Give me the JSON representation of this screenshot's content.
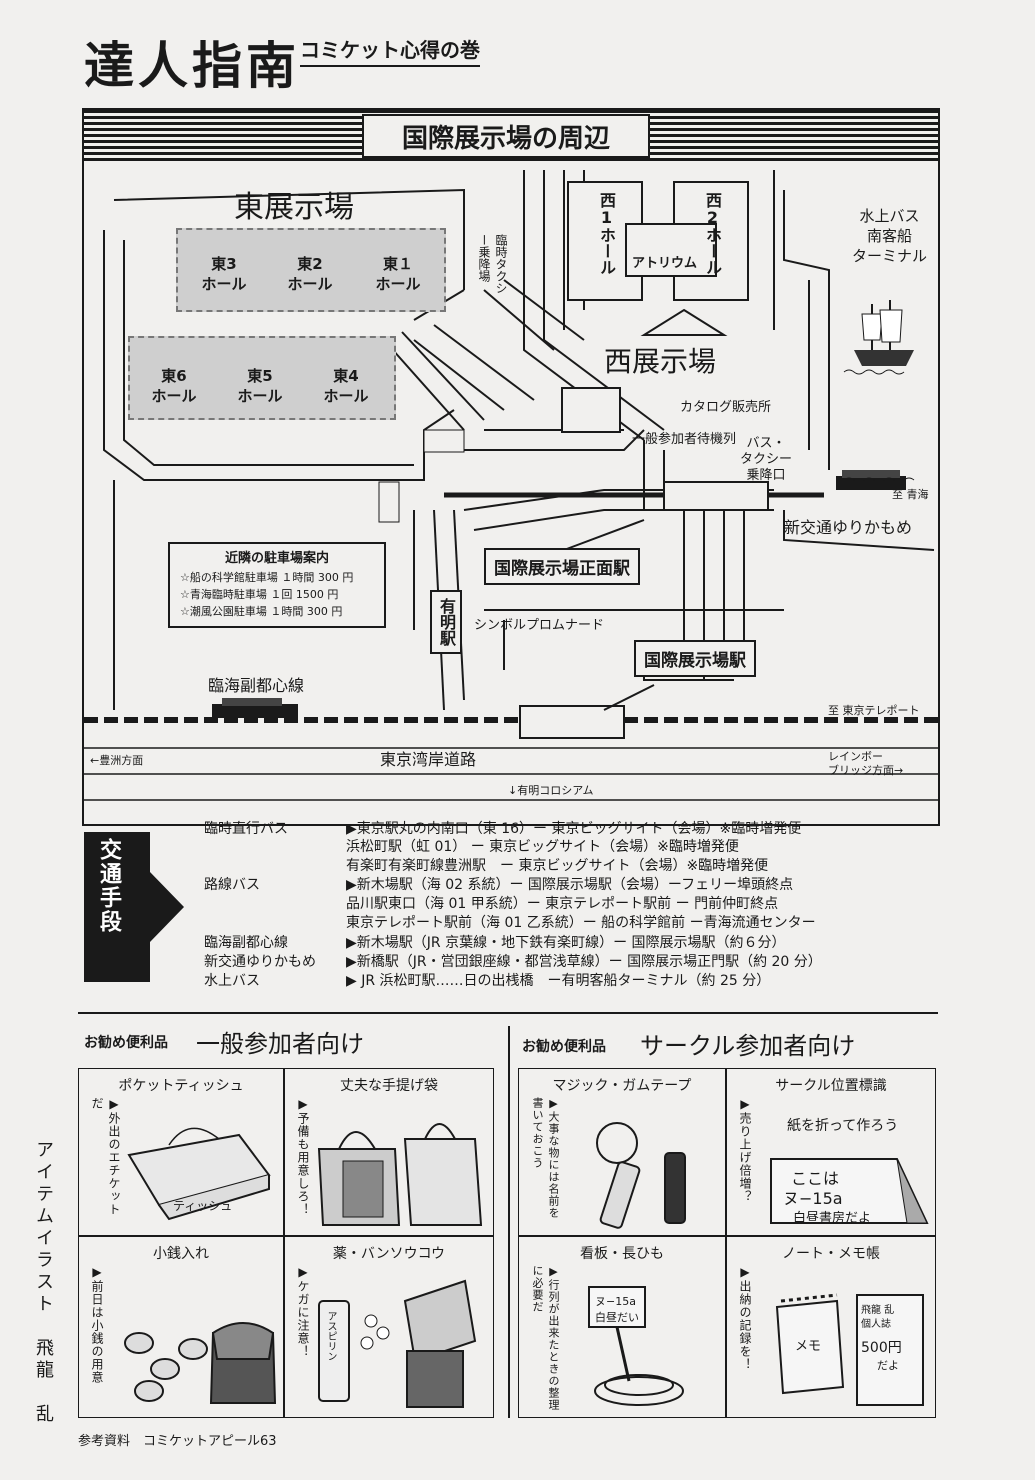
{
  "header": {
    "title": "達人指南",
    "subtitle": "コミケット心得の巻"
  },
  "map": {
    "title": "国際展示場の周辺",
    "east_exhibition": "東展示場",
    "east_halls": [
      "東3\nホール",
      "東2\nホール",
      "東１\nホール",
      "東6\nホール",
      "東5\nホール",
      "東4\nホール"
    ],
    "west_exhibition": "西展示場",
    "west_hall_1": "西1ホール",
    "west_hall_2": "西2ホール",
    "atrium": "アトリウム",
    "taxi_temp": "臨時タクシー乗降場",
    "water_bus": "水上バス\n南客船\nターミナル",
    "catalog_sales": "カタログ販売所",
    "general_queue": "一般参加者待機列",
    "bus_taxi": "バス・\nタクシー\n乗降口",
    "to_aomi": "至 青海",
    "yurikamome": "新交通ゆりかもめ",
    "parking": {
      "heading": "近隣の駐車場案内",
      "items": [
        "☆船の科学館駐車場 １時間 300 円",
        "☆青海臨時駐車場 １回 1500 円",
        "☆潮風公園駐車場 １時間 300 円"
      ]
    },
    "station_front": "国際展示場正面駅",
    "ariake_station": "有明駅",
    "symbol_promenade": "シンボルプロムナード",
    "kokusai_station": "国際展示場駅",
    "rinkai_line": "臨海副都心線",
    "to_teleport": "至 東京テレポート",
    "toyosu": "←豊洲方面",
    "wangan": "東京湾岸道路",
    "rainbow": "レインボー\nブリッジ方面→",
    "colosseum": "↓有明コロシアム"
  },
  "transport": {
    "badge": "交通手段",
    "rows": [
      {
        "k": "臨時直行バス",
        "d": "▶東京駅丸の内南口（東 16）ー 東京ビッグサイト（会場）※臨時増発便"
      },
      {
        "k": "",
        "d": "浜松町駅（虹 01） ー 東京ビッグサイト（会場）※臨時増発便"
      },
      {
        "k": "",
        "d": "有楽町有楽町線豊洲駅　ー 東京ビッグサイト（会場）※臨時増発便"
      },
      {
        "k": "路線バス",
        "d": "▶新木場駅（海 02 系統）ー 国際展示場駅（会場）ーフェリー埠頭終点"
      },
      {
        "k": "",
        "d": "品川駅東口（海 01 甲系統）ー 東京テレポート駅前 ー 門前仲町終点"
      },
      {
        "k": "",
        "d": "東京テレポート駅前（海 01 乙系統）ー 船の科学館前 ー青海流通センター"
      },
      {
        "k": "臨海副都心線",
        "d": "▶新木場駅（JR 京葉線・地下鉄有楽町線）ー 国際展示場駅（約６分）"
      },
      {
        "k": "新交通ゆりかもめ",
        "d": "▶新橋駅（JR・営団銀座線・都営浅草線）ー 国際展示場正門駅（約 20 分）"
      },
      {
        "k": "水上バス",
        "d": "▶ JR 浜松町駅……日の出桟橋　ー有明客船ターミナル（約 25 分）"
      }
    ]
  },
  "goods_general": {
    "label": "お勧め便利品",
    "title": "一般参加者向け",
    "items": [
      {
        "cap": "ポケットティッシュ",
        "note": "▶外出のエチケットだ"
      },
      {
        "cap": "丈夫な手提げ袋",
        "note": "▶予備も用意しろ！"
      },
      {
        "cap": "小銭入れ",
        "note": "▶前日は小銭の用意"
      },
      {
        "cap": "薬・バンソウコウ",
        "note": "▶ケガに注意！"
      }
    ],
    "tissue_text": "ティッシュ",
    "medicine_text": "アスピリン"
  },
  "goods_circle": {
    "label": "お勧め便利品",
    "title": "サークル参加者向け",
    "items": [
      {
        "cap": "マジック・ガムテープ",
        "note": "▶大事な物には名前を書いておこう"
      },
      {
        "cap": "サークル位置標識",
        "note": "▶売り上げ倍増？"
      },
      {
        "cap": "看板・長ひも",
        "note": "▶行列が出来たときの整理に必要だ"
      },
      {
        "cap": "ノート・メモ帳",
        "note": "▶出納の記録を！"
      }
    ],
    "sign_top": "紙を折って作ろう",
    "sign_l1": "ここは",
    "sign_l2": "ヌ−15a",
    "sign_l3": "白昼書房だよ",
    "board_l1": "ヌ−15a",
    "board_l2": "白昼だい",
    "memo_text": "メモ",
    "price_l1": "飛龍 乱",
    "price_l2": "個人誌",
    "price_l3": "500円",
    "price_l4": "だよ"
  },
  "credit": "アイテムイラスト　飛龍　乱",
  "footer": "参考資料　コミケットアピール63"
}
